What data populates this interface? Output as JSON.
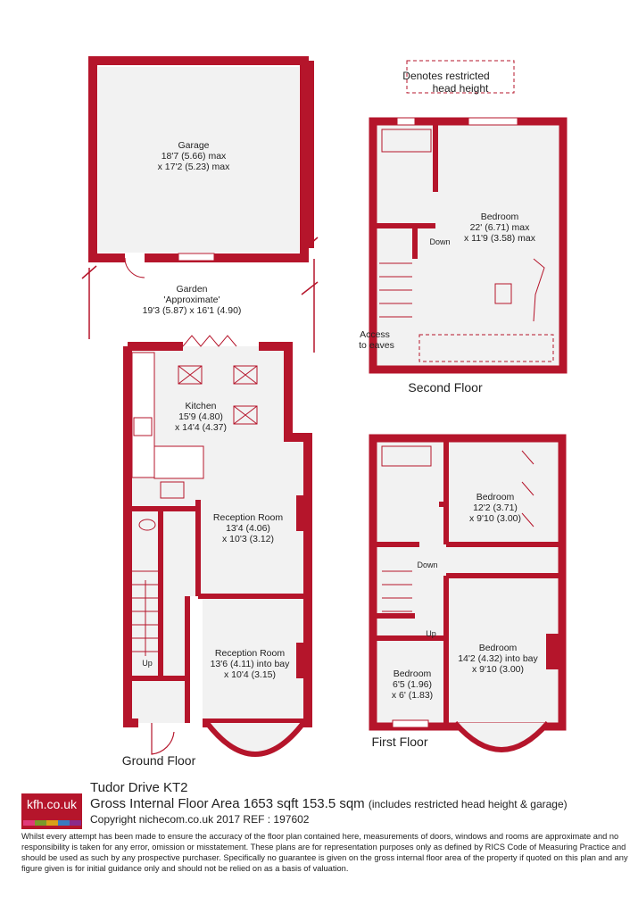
{
  "legend": {
    "line1": "Denotes restricted",
    "line2": "head height"
  },
  "rooms": {
    "garage": {
      "name": "Garage",
      "dim1": "18'7 (5.66) max",
      "dim2": "x 17'2 (5.23) max"
    },
    "garden": {
      "name": "Garden",
      "note": "'Approximate'",
      "dim": "19'3 (5.87) x 16'1 (4.90)"
    },
    "kitchen": {
      "name": "Kitchen",
      "dim1": "15'9 (4.80)",
      "dim2": "x 14'4 (4.37)"
    },
    "reception1": {
      "name": "Reception Room",
      "dim1": "13'4 (4.06)",
      "dim2": "x 10'3 (3.12)"
    },
    "reception2": {
      "name": "Reception Room",
      "dim1": "13'6 (4.11) into bay",
      "dim2": "x 10'4 (3.15)"
    },
    "bedroom_top": {
      "name": "Bedroom",
      "dim1": "22' (6.71) max",
      "dim2": "x 11'9 (3.58) max"
    },
    "bedroom_ff1": {
      "name": "Bedroom",
      "dim1": "12'2 (3.71)",
      "dim2": "x 9'10 (3.00)"
    },
    "bedroom_ff2": {
      "name": "Bedroom",
      "dim1": "14'2 (4.32) into bay",
      "dim2": "x 9'10 (3.00)"
    },
    "bedroom_ff3": {
      "name": "Bedroom",
      "dim1": "6'5 (1.96)",
      "dim2": "x 6' (1.83)"
    }
  },
  "annotations": {
    "up": "Up",
    "down": "Down",
    "access1": "Access",
    "access2": "to eaves"
  },
  "floors": {
    "ground": "Ground Floor",
    "first": "First Floor",
    "second": "Second Floor"
  },
  "footer": {
    "title": "Tudor Drive  KT2",
    "area": "Gross Internal Floor Area 1653 sqft 153.5 sqm",
    "area_note": "(includes restricted head height & garage)",
    "copyright": "Copyright nichecom.co.uk 2017 REF : 197602",
    "logo": "kfh.co.uk",
    "disclaimer": "Whilst every attempt has been made to ensure the accuracy of the floor plan contained here, measurements of doors, windows and rooms are approximate and no responsibility is taken for any error, omission or misstatement.  These plans are for representation purposes only as defined by RICS Code of Measuring Practice and should be used as such by any prospective purchaser.  Specifically no guarantee is given on the gross internal floor area of the property if quoted on this plan and any figure given is for initial guidance only and should not be relied on as a basis of valuation."
  },
  "colors": {
    "wall": "#b5152b",
    "floor": "#f2f2f2",
    "logo_bars": [
      "#e03a7a",
      "#7a9a2a",
      "#d8a018",
      "#3a7ac0",
      "#8a2a8a"
    ]
  }
}
